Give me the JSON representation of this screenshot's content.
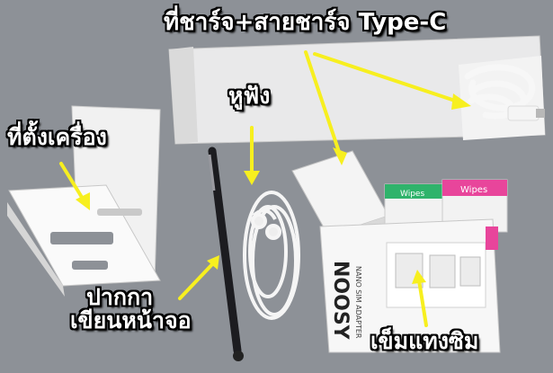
{
  "labels": {
    "charger": "ที่ชาร์จ+สายชาร์จ Type-C",
    "stand": "ที่ตั้งเครื่อง",
    "earphones": "หูฟัง",
    "stylus_line1": "ปากกา",
    "stylus_line2": "เขียนหน้าจอ",
    "sim_pin": "เข็มแทงซิม"
  },
  "package_prints": {
    "wipes_1": "Wipes",
    "wipes_2": "Wipes",
    "sim_adapter_brand": "NOOSY",
    "sim_adapter_sub": "NANO SIM ADAPTER"
  },
  "colors": {
    "arrow": "#f7ef1f",
    "background": "#8d9197",
    "wipe_green": "#2fb36b",
    "wipe_pink": "#e8459b"
  }
}
